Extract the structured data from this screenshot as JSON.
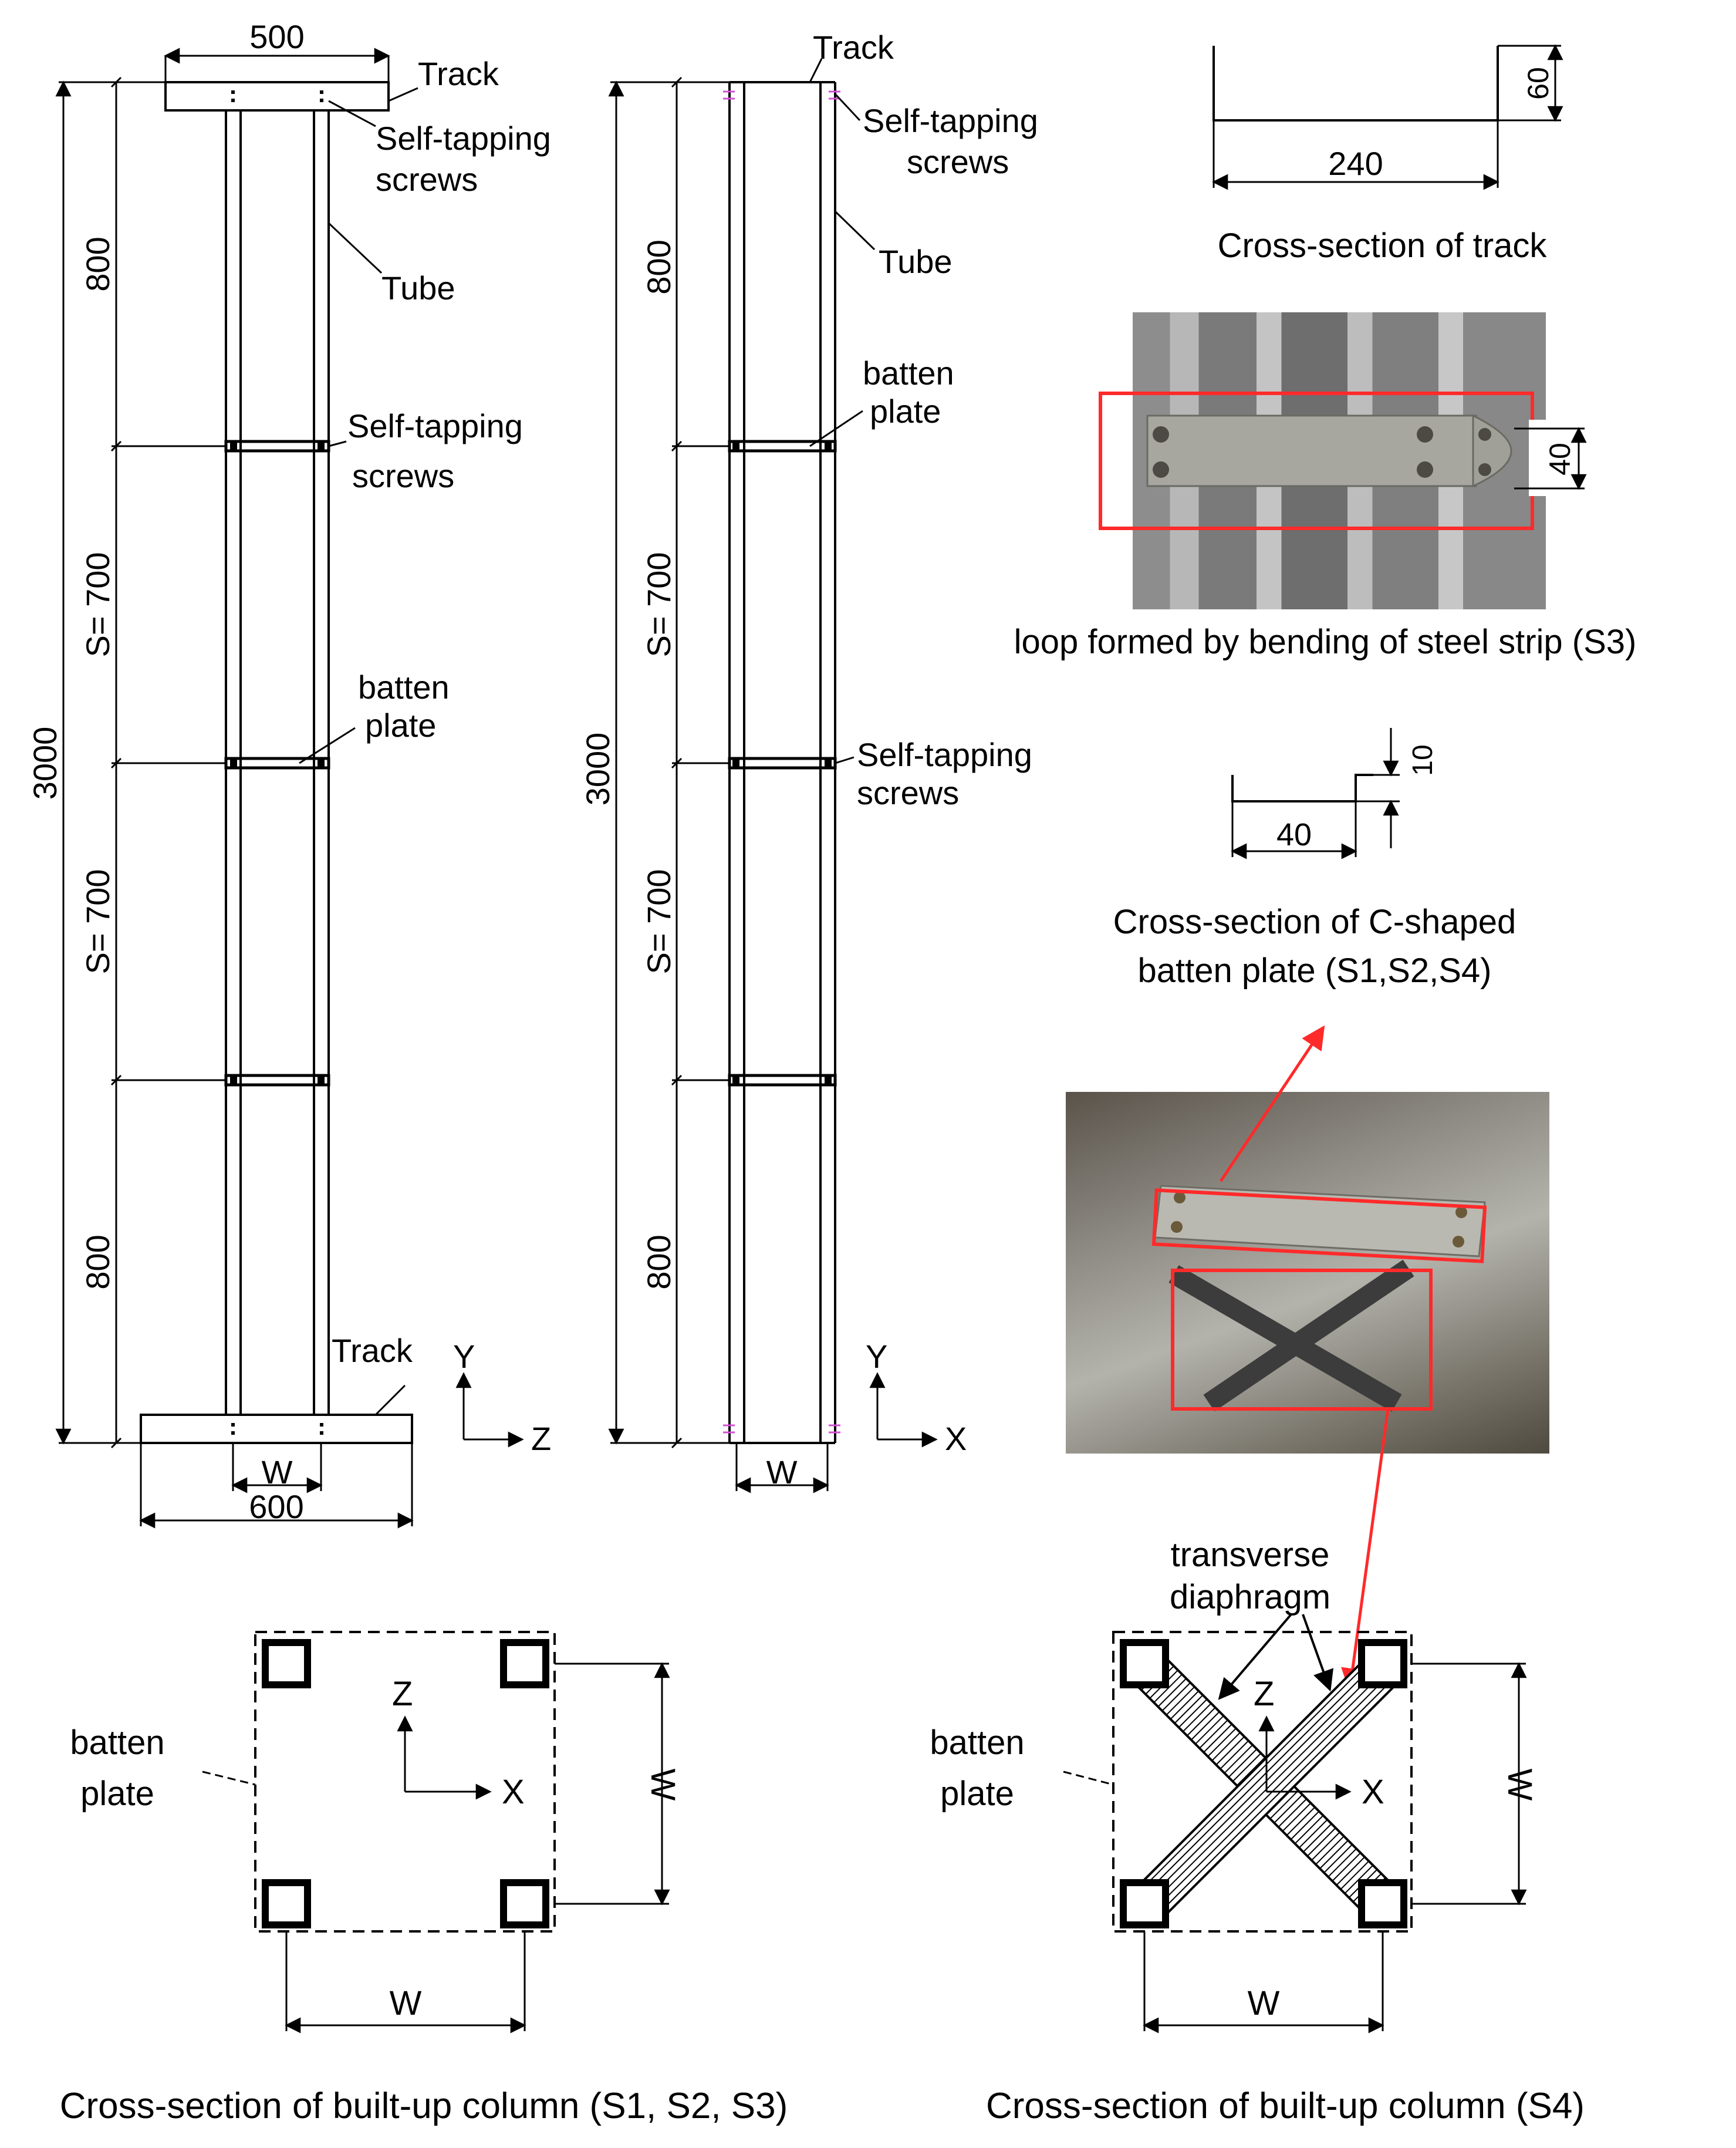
{
  "left_elevation": {
    "top_width": "500",
    "bottom_width": "600",
    "total_height": "3000",
    "seg_top": "800",
    "seg_mid1": "S= 700",
    "seg_mid2": "S= 700",
    "seg_bottom": "800",
    "w_label": "W",
    "label_track_top": "Track",
    "label_screws_top": [
      "Self-tapping",
      "screws"
    ],
    "label_tube": "Tube",
    "label_screws_mid": [
      "Self-tapping",
      "screws"
    ],
    "label_batten": [
      "batten",
      "plate"
    ],
    "label_track_bottom": "Track",
    "axis_vertical": "Y",
    "axis_horizontal": "Z"
  },
  "middle_elevation": {
    "total_height": "3000",
    "seg_top": "800",
    "seg_mid1": "S= 700",
    "seg_mid2": "S= 700",
    "seg_bottom": "800",
    "w_label": "W",
    "label_track": "Track",
    "label_screws_top": [
      "Self-tapping",
      "screws"
    ],
    "label_tube": "Tube",
    "label_batten": [
      "batten",
      "plate"
    ],
    "label_screws_mid": [
      "Self-tapping",
      "screws"
    ],
    "axis_vertical": "Y",
    "axis_horizontal": "X"
  },
  "track_section": {
    "width": "240",
    "height": "60",
    "caption": "Cross-section of track"
  },
  "photo_loop": {
    "dimension": "40",
    "caption": "loop formed by bending of steel strip (S3)"
  },
  "c_batten_section": {
    "width": "40",
    "lip": "10",
    "caption": [
      "Cross-section of C-shaped",
      "batten plate (S1,S2,S4)"
    ]
  },
  "photo_batten": {
    "label_diaphragm": [
      "transverse",
      "diaphragm"
    ]
  },
  "section_s123": {
    "label_batten": [
      "batten",
      "plate"
    ],
    "axis_vertical": "Z",
    "axis_horizontal": "X",
    "w_side": "W",
    "w_bottom": "W",
    "caption": "Cross-section of built-up column (S1, S2, S3)"
  },
  "section_s4": {
    "label_batten": [
      "batten",
      "plate"
    ],
    "axis_vertical": "Z",
    "axis_horizontal": "X",
    "w_side": "W",
    "w_bottom": "W",
    "caption": "Cross-section of built-up column (S4)"
  },
  "colors": {
    "line": "#000000",
    "highlight": "#ff2a2a",
    "screw_mark": "#d64fd6"
  }
}
